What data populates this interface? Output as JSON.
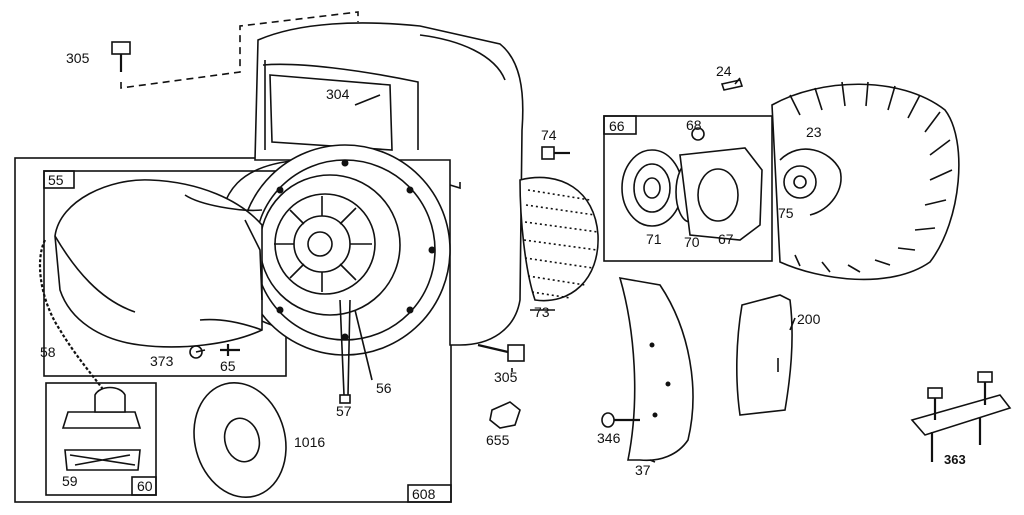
{
  "labels": {
    "p305_top": "305",
    "p304": "304",
    "p55": "55",
    "p58": "58",
    "p373": "373",
    "p65": "65",
    "p56": "56",
    "p57": "57",
    "p1016": "1016",
    "p59": "59",
    "p60": "60",
    "p608": "608",
    "p74": "74",
    "p73": "73",
    "p305_bottom": "305",
    "p655": "655",
    "p66": "66",
    "p68": "68",
    "p71": "71",
    "p70": "70",
    "p67": "67",
    "p24": "24",
    "p23": "23",
    "p75": "75",
    "p200": "200",
    "p346": "346",
    "p37": "37",
    "p363": "363"
  }
}
